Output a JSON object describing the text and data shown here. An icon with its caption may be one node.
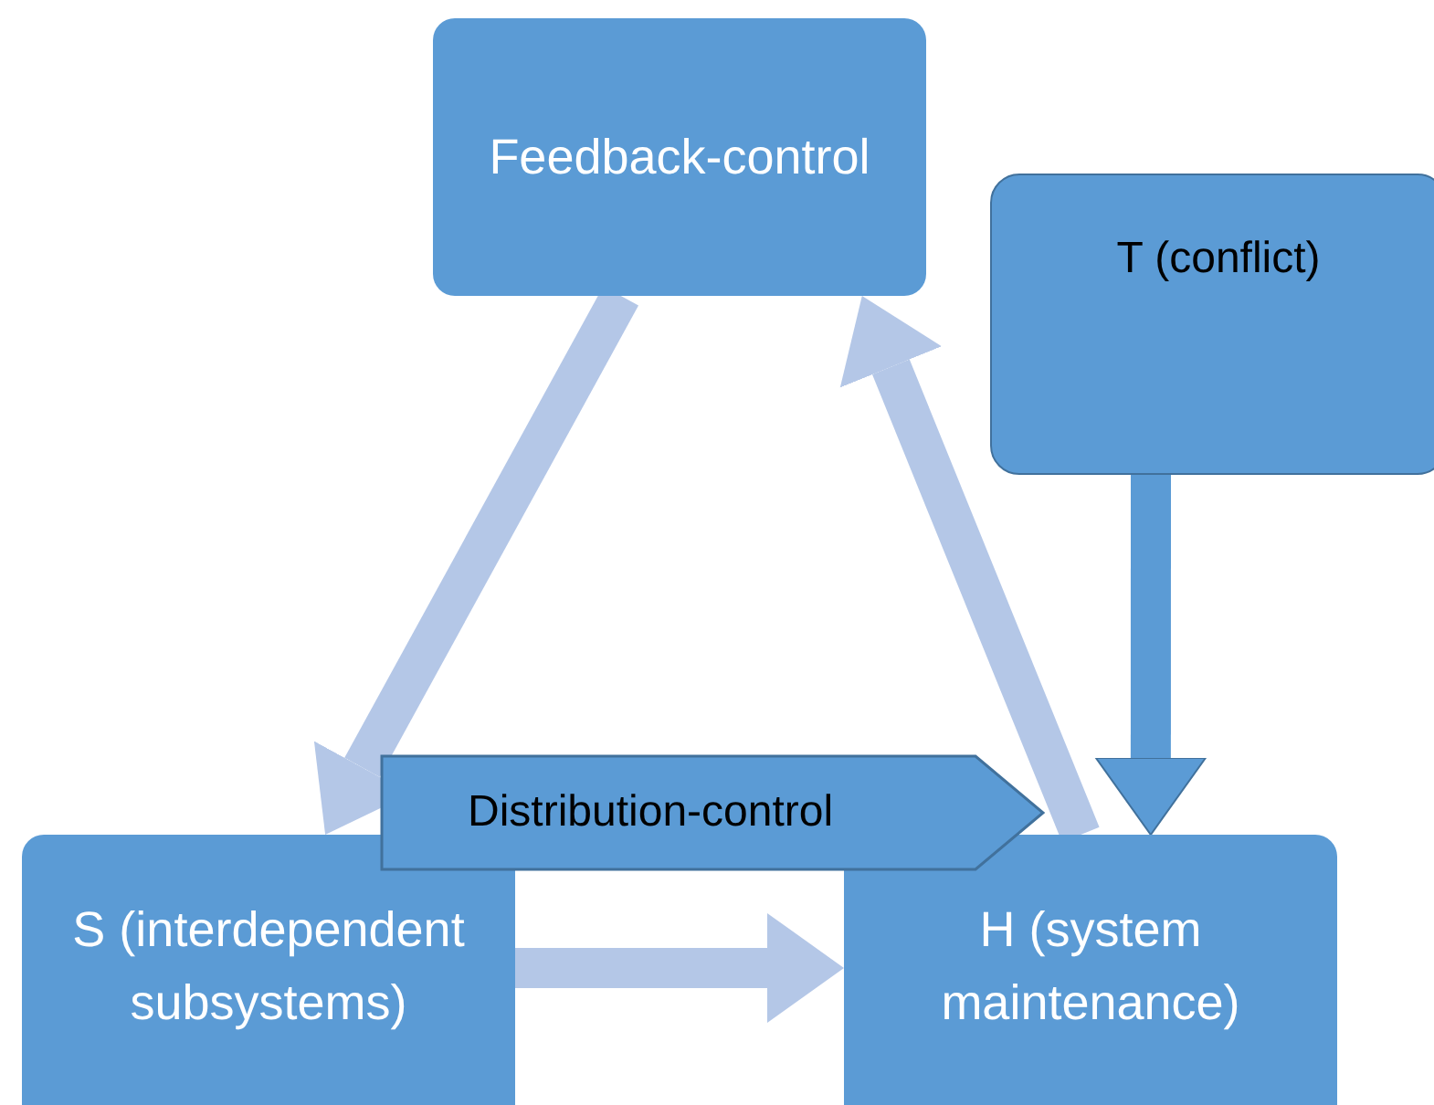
{
  "diagram": {
    "nodes": [
      {
        "text": [
          "Feedback-control"
        ]
      },
      {
        "text": [
          "T (conflict)"
        ]
      },
      {
        "text": [
          "S (interdependent subsystems)"
        ]
      },
      {
        "text": [
          "H (system maintenance)"
        ]
      },
      {
        "text": [
          "Distribution-control"
        ]
      }
    ],
    "edges": [
      {
        "from": 0,
        "to": 2,
        "arrow": "to"
      },
      {
        "from": 3,
        "to": 0,
        "arrow": "to"
      },
      {
        "from": 2,
        "to": 3,
        "arrow": "to"
      },
      {
        "from": 1,
        "to": 3,
        "arrow": "to",
        "color": "#5b9bd5"
      }
    ]
  }
}
